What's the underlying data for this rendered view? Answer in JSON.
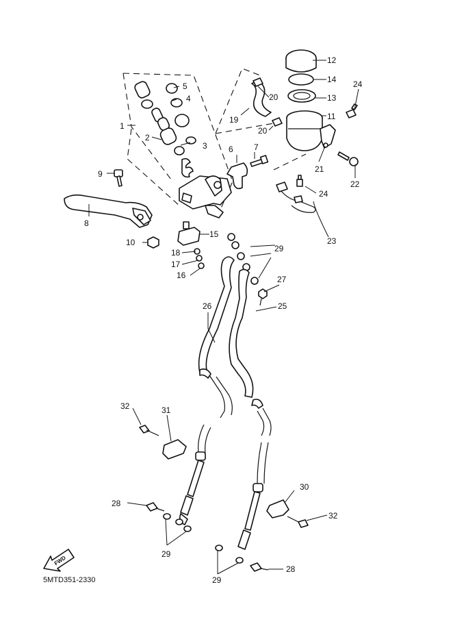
{
  "diagram_code": "5MTD351-2330",
  "fwd_label": "FWD",
  "labels": {
    "n1": "1",
    "n2": "2",
    "n3": "3",
    "n4": "4",
    "n5": "5",
    "n6": "6",
    "n7": "7",
    "n8": "8",
    "n9": "9",
    "n10": "10",
    "n11": "11",
    "n12": "12",
    "n13": "13",
    "n14": "14",
    "n15": "15",
    "n16": "16",
    "n17": "17",
    "n18": "18",
    "n19": "19",
    "n20a": "20",
    "n20b": "20",
    "n21": "21",
    "n22": "22",
    "n23": "23",
    "n24a": "24",
    "n24b": "24",
    "n25": "25",
    "n26": "26",
    "n27": "27",
    "n28a": "28",
    "n28b": "28",
    "n29a": "29",
    "n29b": "29",
    "n29c": "29",
    "n30": "30",
    "n31": "31",
    "n32a": "32",
    "n32b": "32"
  },
  "colors": {
    "line": "#111111",
    "background": "#ffffff"
  },
  "icons": {
    "fwd": "fwd-arrow-icon"
  }
}
